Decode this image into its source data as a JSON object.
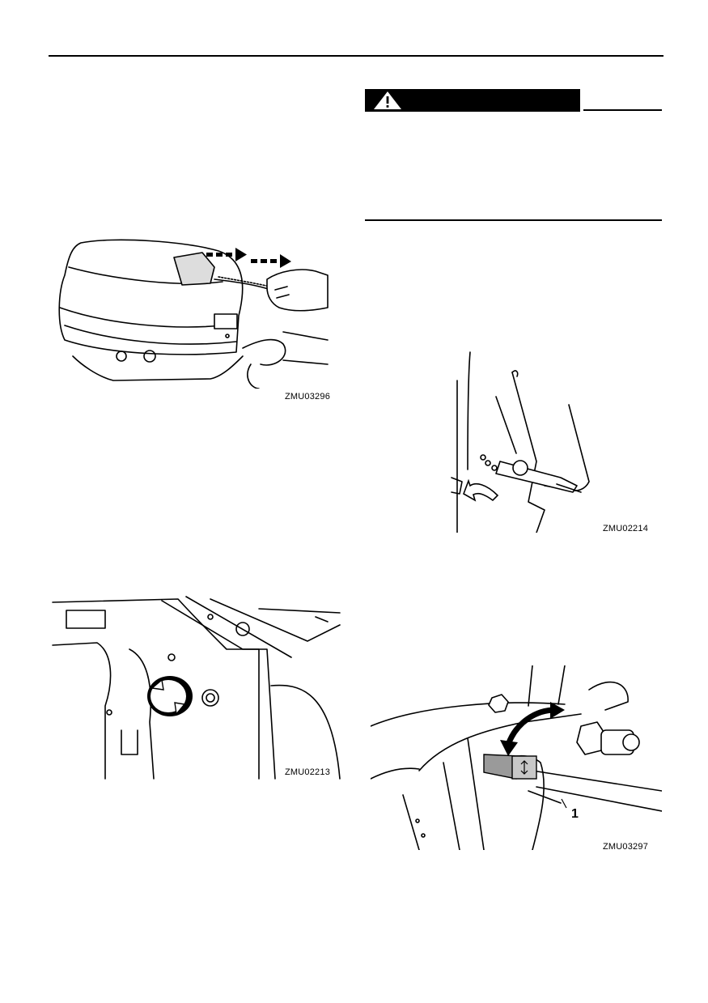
{
  "figures": {
    "fig1": {
      "code": "ZMU03296"
    },
    "fig2": {
      "code": "ZMU02213"
    },
    "fig3": {
      "code": "ZMU02214"
    },
    "fig4": {
      "code": "ZMU03297",
      "callout": "1"
    }
  },
  "warning": {
    "icon": "warning-triangle-icon"
  }
}
